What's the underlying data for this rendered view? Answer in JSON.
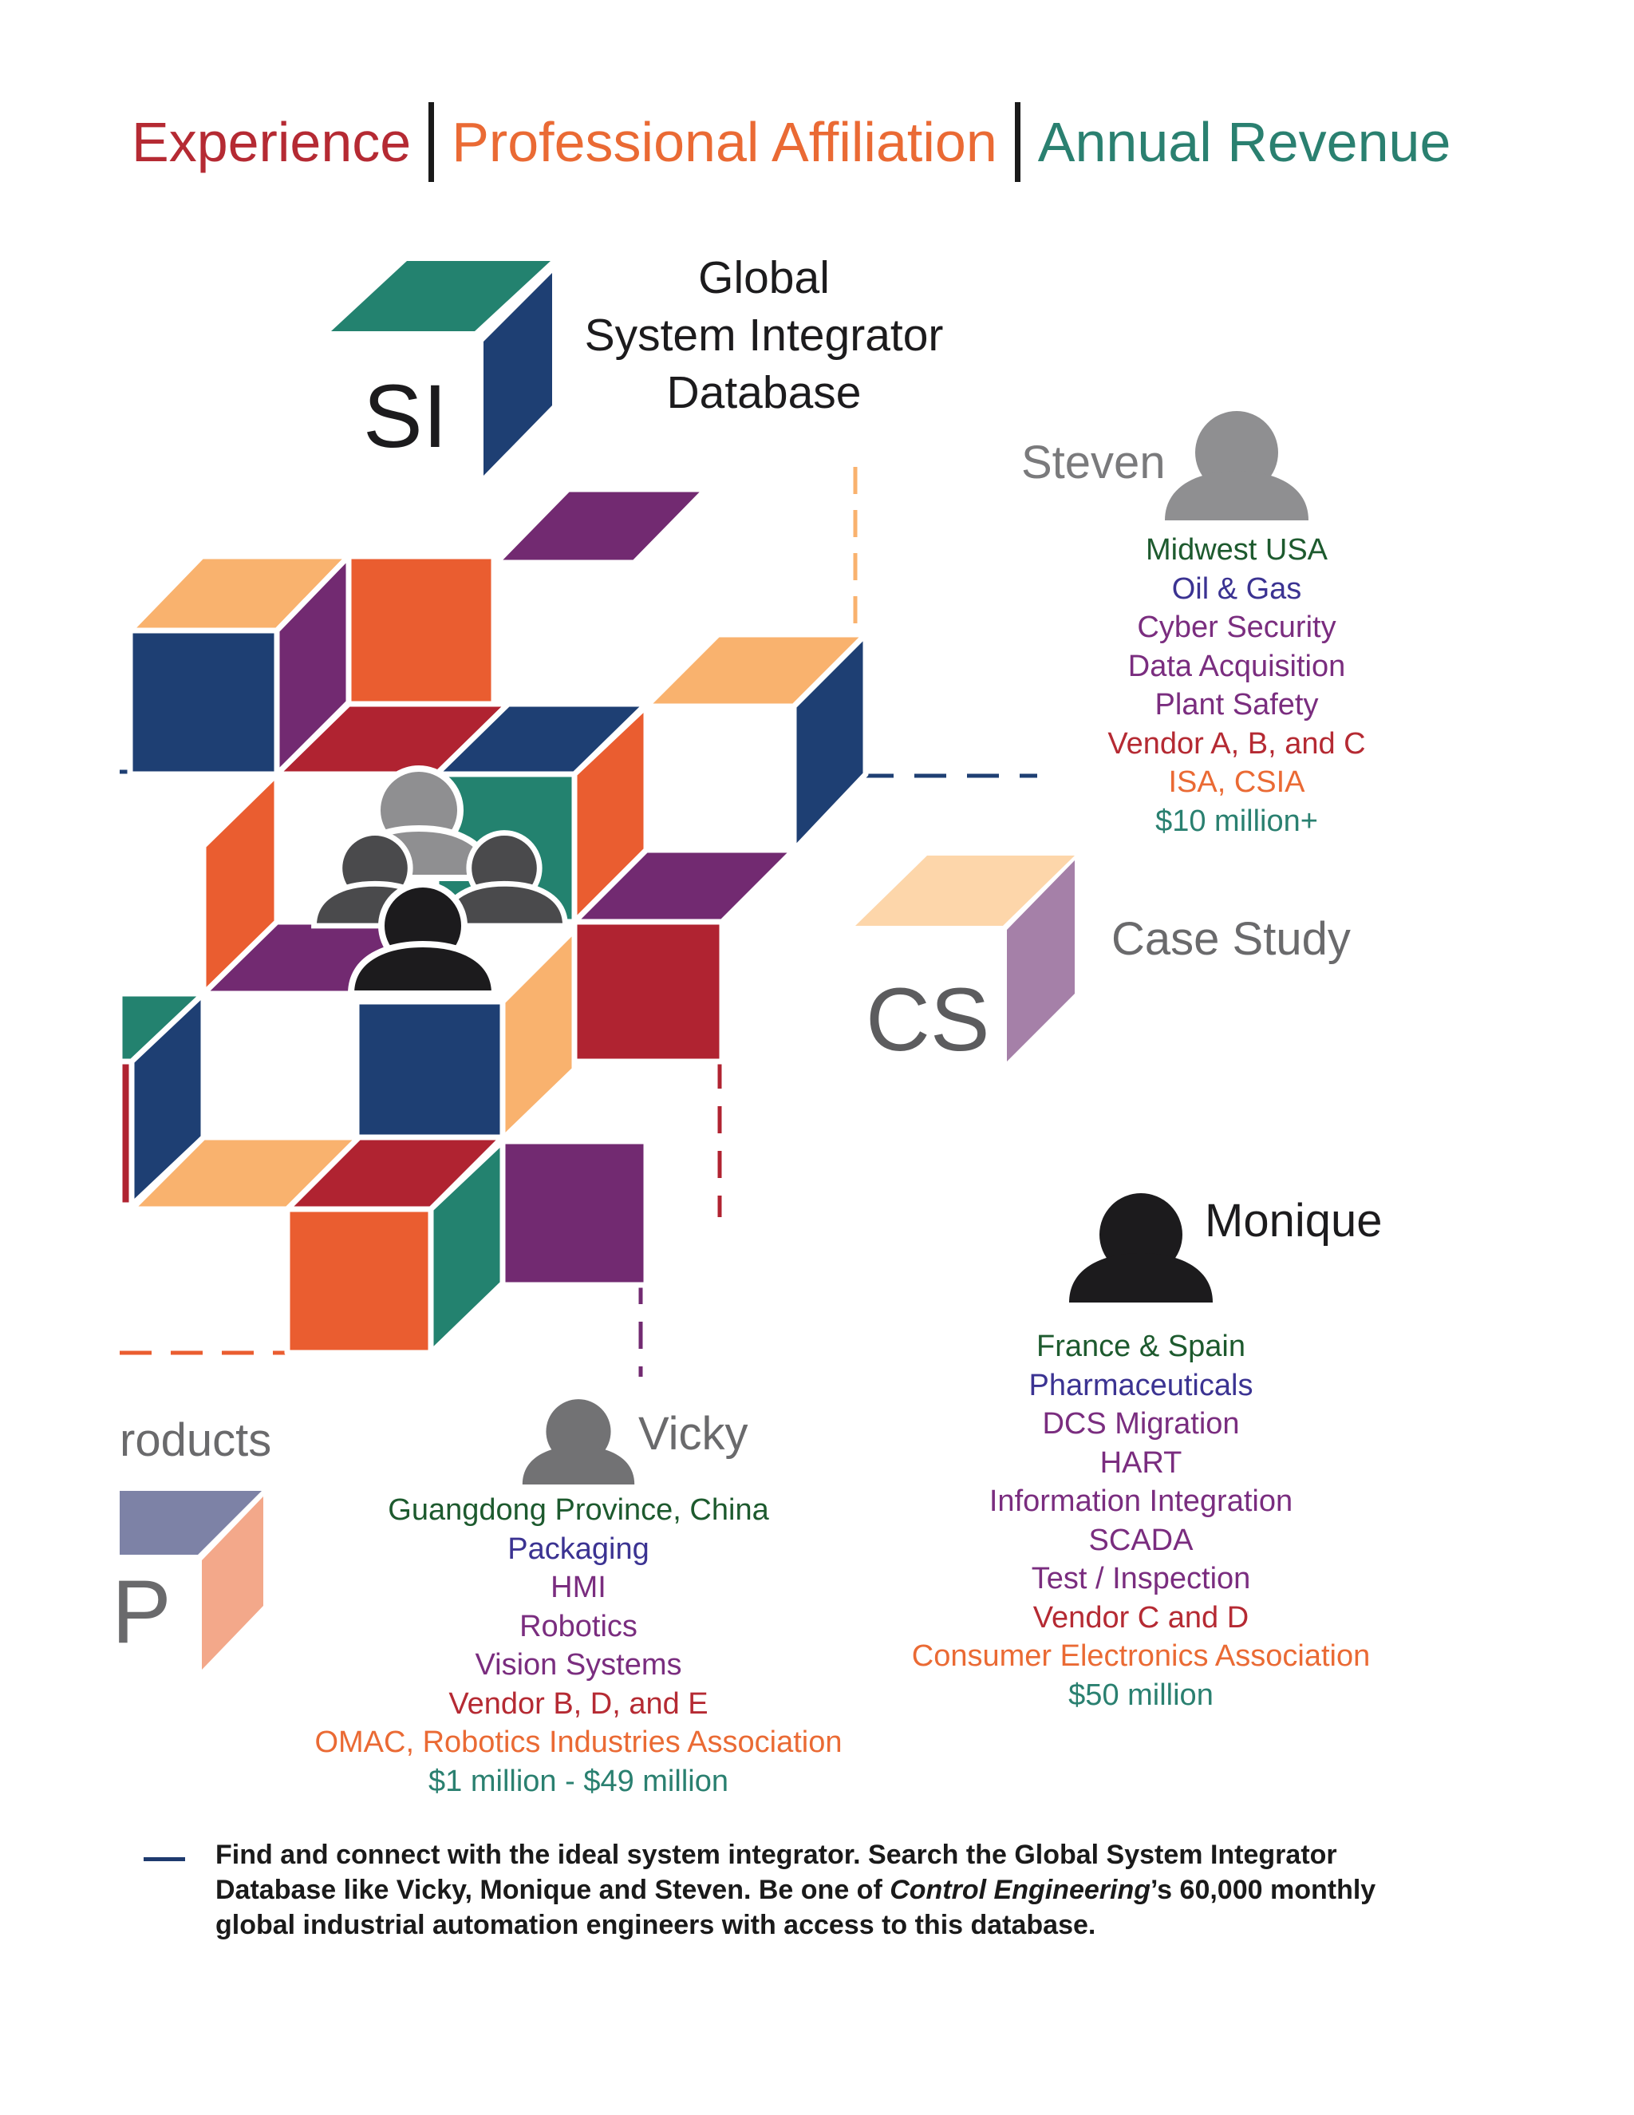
{
  "colors": {
    "experience": "#b52a33",
    "affiliation": "#ea6a34",
    "revenue": "#2a8070",
    "region": "#1d5a2e",
    "industry": "#3b3392",
    "service": "#7a2d7f",
    "vendor": "#b52a33",
    "association": "#ea6a34",
    "navy": "#1e3f73",
    "purple": "#722a71",
    "orange": "#ea5d30",
    "peach": "#f9b26e",
    "red": "#b02331",
    "teal": "#23826f"
  },
  "legend": {
    "experience": "Experience",
    "affiliation": "Professional Affiliation",
    "revenue": "Annual Revenue"
  },
  "si_cube": {
    "letters": "SI",
    "title_line1": "Global",
    "title_line2": "System Integrator",
    "title_line3": "Database"
  },
  "cs_cube": {
    "letters": "CS",
    "label": "Case Study"
  },
  "p_cube": {
    "letters": "P",
    "label": "roducts"
  },
  "steven": {
    "name": "Steven",
    "region": "Midwest USA",
    "industry": "Oil & Gas",
    "services": [
      "Cyber Security",
      "Data Acquisition",
      "Plant Safety"
    ],
    "vendors": "Vendor A, B, and C",
    "associations": "ISA, CSIA",
    "revenue": "$10 million+"
  },
  "monique": {
    "name": "Monique",
    "region": "France & Spain",
    "industry": "Pharmaceuticals",
    "services": [
      "DCS Migration",
      "HART",
      "Information Integration",
      "SCADA",
      "Test / Inspection"
    ],
    "vendors": "Vendor C and D",
    "associations": "Consumer Electronics Association",
    "revenue": "$50 million"
  },
  "vicky": {
    "name": "Vicky",
    "region": "Guangdong Province, China",
    "industry": "Packaging",
    "services": [
      "HMI",
      "Robotics",
      "Vision Systems"
    ],
    "vendors": "Vendor B, D, and E",
    "associations": "OMAC, Robotics Industries Association",
    "revenue": "$1 million - $49 million"
  },
  "footer": {
    "text_part1": "Find and connect with the ideal system integrator. Search the Global System Integrator Database like Vicky, Monique and Steven. Be one of ",
    "publication": "Control Engineering",
    "text_part2": "’s 60,000 monthly global industrial automation engineers with access to this database."
  }
}
